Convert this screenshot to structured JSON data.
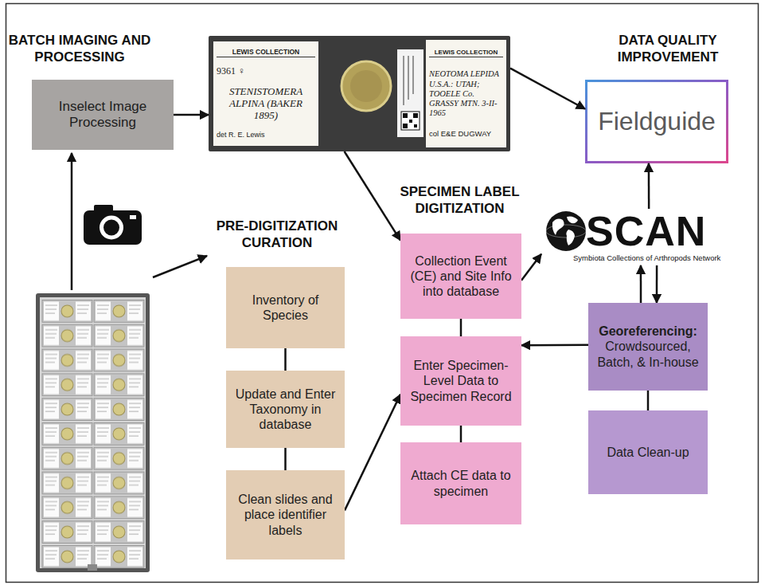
{
  "diagram": {
    "nodes": [
      {
        "text": [
          "Inselect Image Processing"
        ]
      },
      {
        "text": [
          "LEWIS COLLECTION",
          "9361 ♀",
          "STENISTOMERA ALPINA (BAKER 1895)",
          "det R. E. Lewis",
          "LEWIS COLLECTION",
          "NEOTOMA LEPIDA U.S.A.: UTAH; TOOELE Co. GRASSY MTN. 3-II-1965",
          "col E&E DUGWAY"
        ]
      },
      {
        "text": [
          "Fieldguide"
        ]
      },
      {
        "text": [
          "Inventory of Species"
        ]
      },
      {
        "text": [
          "Update and Enter Taxonomy in database"
        ]
      },
      {
        "text": [
          "Clean slides and place identifier labels"
        ]
      },
      {
        "text": [
          "Collection Event (CE) and Site Info into database"
        ]
      },
      {
        "text": [
          "Enter Specimen-Level Data to Specimen Record"
        ]
      },
      {
        "text": [
          "Attach CE data to specimen"
        ]
      },
      {
        "text": [
          "SCAN",
          "Symbiota Collections of Arthropods Network"
        ]
      },
      {
        "text": [
          "Georeferencing:",
          "Crowdsourced, Batch, & In-house"
        ]
      },
      {
        "text": [
          "Data Clean-up"
        ]
      }
    ],
    "edges": [
      {
        "from": 0,
        "to": 1,
        "arrow": "to"
      },
      {
        "from": 1,
        "to": 2,
        "arrow": "to"
      },
      {
        "from": 1,
        "to": 6,
        "arrow": "to"
      },
      {
        "from": 3,
        "to": 4,
        "arrow": "none"
      },
      {
        "from": 4,
        "to": 5,
        "arrow": "none"
      },
      {
        "from": 5,
        "to": 7,
        "arrow": "to"
      },
      {
        "from": 6,
        "to": 7,
        "arrow": "none"
      },
      {
        "from": 7,
        "to": 8,
        "arrow": "none"
      },
      {
        "from": 6,
        "to": 9,
        "arrow": "to"
      },
      {
        "from": 9,
        "to": 2,
        "arrow": "to"
      },
      {
        "from": 10,
        "to": 9,
        "arrow": "to"
      },
      {
        "from": 9,
        "to": 10,
        "arrow": "to"
      },
      {
        "from": 10,
        "to": 7,
        "arrow": "to"
      },
      {
        "from": 10,
        "to": 11,
        "arrow": "none"
      }
    ],
    "labels": [
      "BATCH IMAGING AND PROCESSING",
      "PRE-DIGITIZATION CURATION",
      "SPECIMEN LABEL DIGITIZATION",
      "DATA QUALITY IMPROVEMENT"
    ]
  }
}
